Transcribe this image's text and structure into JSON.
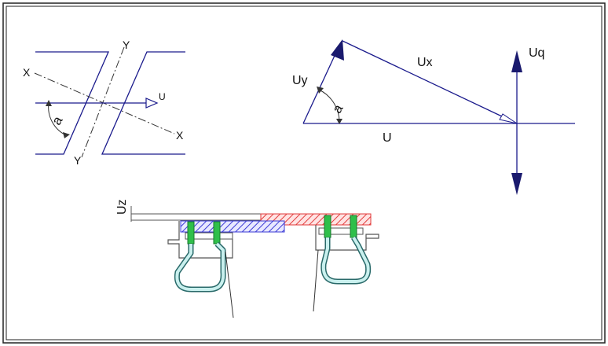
{
  "colors": {
    "frame": "#222222",
    "line": "#1a1a8c",
    "arrow_fill": "#1a1a6e",
    "dashdot": "#333333",
    "hatch_blue": "#3b3bd6",
    "hatch_red": "#e23b3b",
    "pipe_fill": "#c9f0ee",
    "bolt_green": "#2fbf4a",
    "steel": "#555555"
  },
  "plan_view": {
    "axis_x_start": "X",
    "axis_x_end": "X",
    "axis_y_top": "Y",
    "axis_y_bottom": "Y",
    "motion_label": "U",
    "angle_label": "a"
  },
  "vector_diagram": {
    "uy_label": "Uy",
    "ux_label": "Ux",
    "u_label": "U",
    "uq_label": "Uq",
    "angle_label": "a"
  },
  "section_view": {
    "uz_label": "Uz"
  }
}
